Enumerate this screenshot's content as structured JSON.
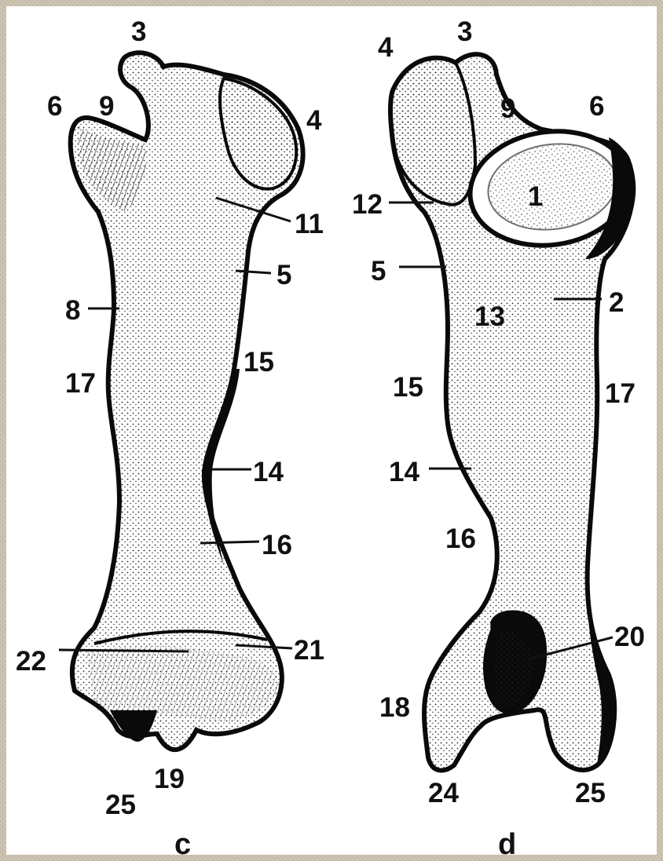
{
  "figure": {
    "panels": [
      {
        "id": "c",
        "label": "c"
      },
      {
        "id": "d",
        "label": "d"
      }
    ],
    "labels_c": [
      "3",
      "6",
      "9",
      "4",
      "11",
      "5",
      "8",
      "15",
      "17",
      "14",
      "16",
      "22",
      "21",
      "19",
      "25"
    ],
    "labels_d": [
      "4",
      "3",
      "9",
      "6",
      "1",
      "12",
      "5",
      "2",
      "13",
      "15",
      "17",
      "14",
      "16",
      "20",
      "18",
      "24",
      "25"
    ]
  }
}
